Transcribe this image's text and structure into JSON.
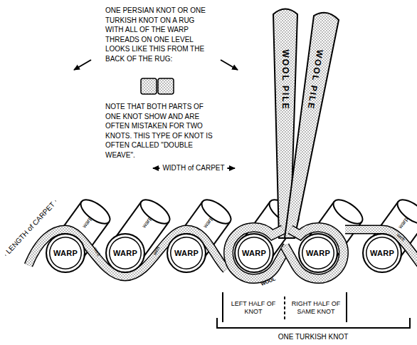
{
  "diagram": {
    "nodes": [
      {
        "text": [
          "WARP"
        ]
      },
      {
        "text": [
          "WARP"
        ]
      },
      {
        "text": [
          "WARP"
        ]
      },
      {
        "text": [
          "WARP"
        ]
      },
      {
        "text": [
          "WARP"
        ]
      },
      {
        "text": [
          "WARP"
        ]
      }
    ],
    "labels": [
      "ONE PERSIAN KNOT OR ONE TURKISH KNOT ON A RUG WITH ALL OF THE WARP THREADS ON ONE LEVEL LOOKS LIKE THIS FROM THE BACK OF THE RUG:",
      "NOTE THAT BOTH PARTS OF ONE KNOT SHOW AND ARE OFTEN MISTAKEN FOR TWO KNOTS. THIS TYPE OF KNOT IS OFTEN CALLED \"DOUBLE WEAVE\".",
      "WIDTH of CARPET",
      "LENGTH of CARPET",
      "WOOL PILE",
      "WOOL PILE",
      "warp",
      "warp",
      "warp",
      "warp",
      "weft",
      "weft",
      "weft",
      "WOOL",
      "LEFT HALF OF KNOT",
      "RIGHT HALF OF SAME KNOT",
      "ONE TURKISH KNOT"
    ]
  }
}
